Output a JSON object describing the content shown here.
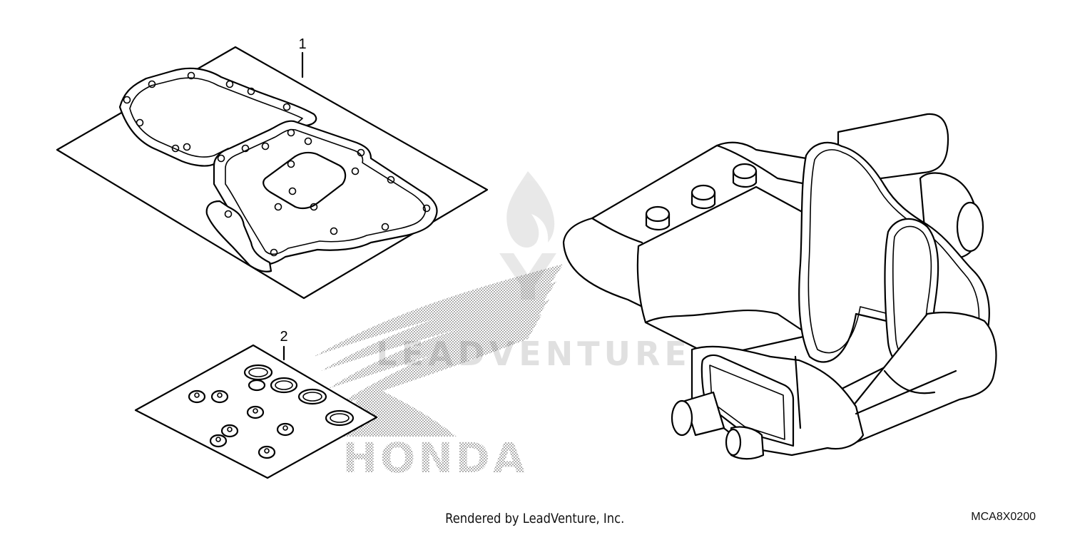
{
  "callouts": [
    {
      "number": "1"
    },
    {
      "number": "2"
    }
  ],
  "watermark": {
    "brand_text": "LEADVENTURE",
    "maker_text": "HONDA"
  },
  "footer": {
    "credit": "Rendered by LeadVenture, Inc.",
    "diagram_code": "MCA8X0200"
  }
}
